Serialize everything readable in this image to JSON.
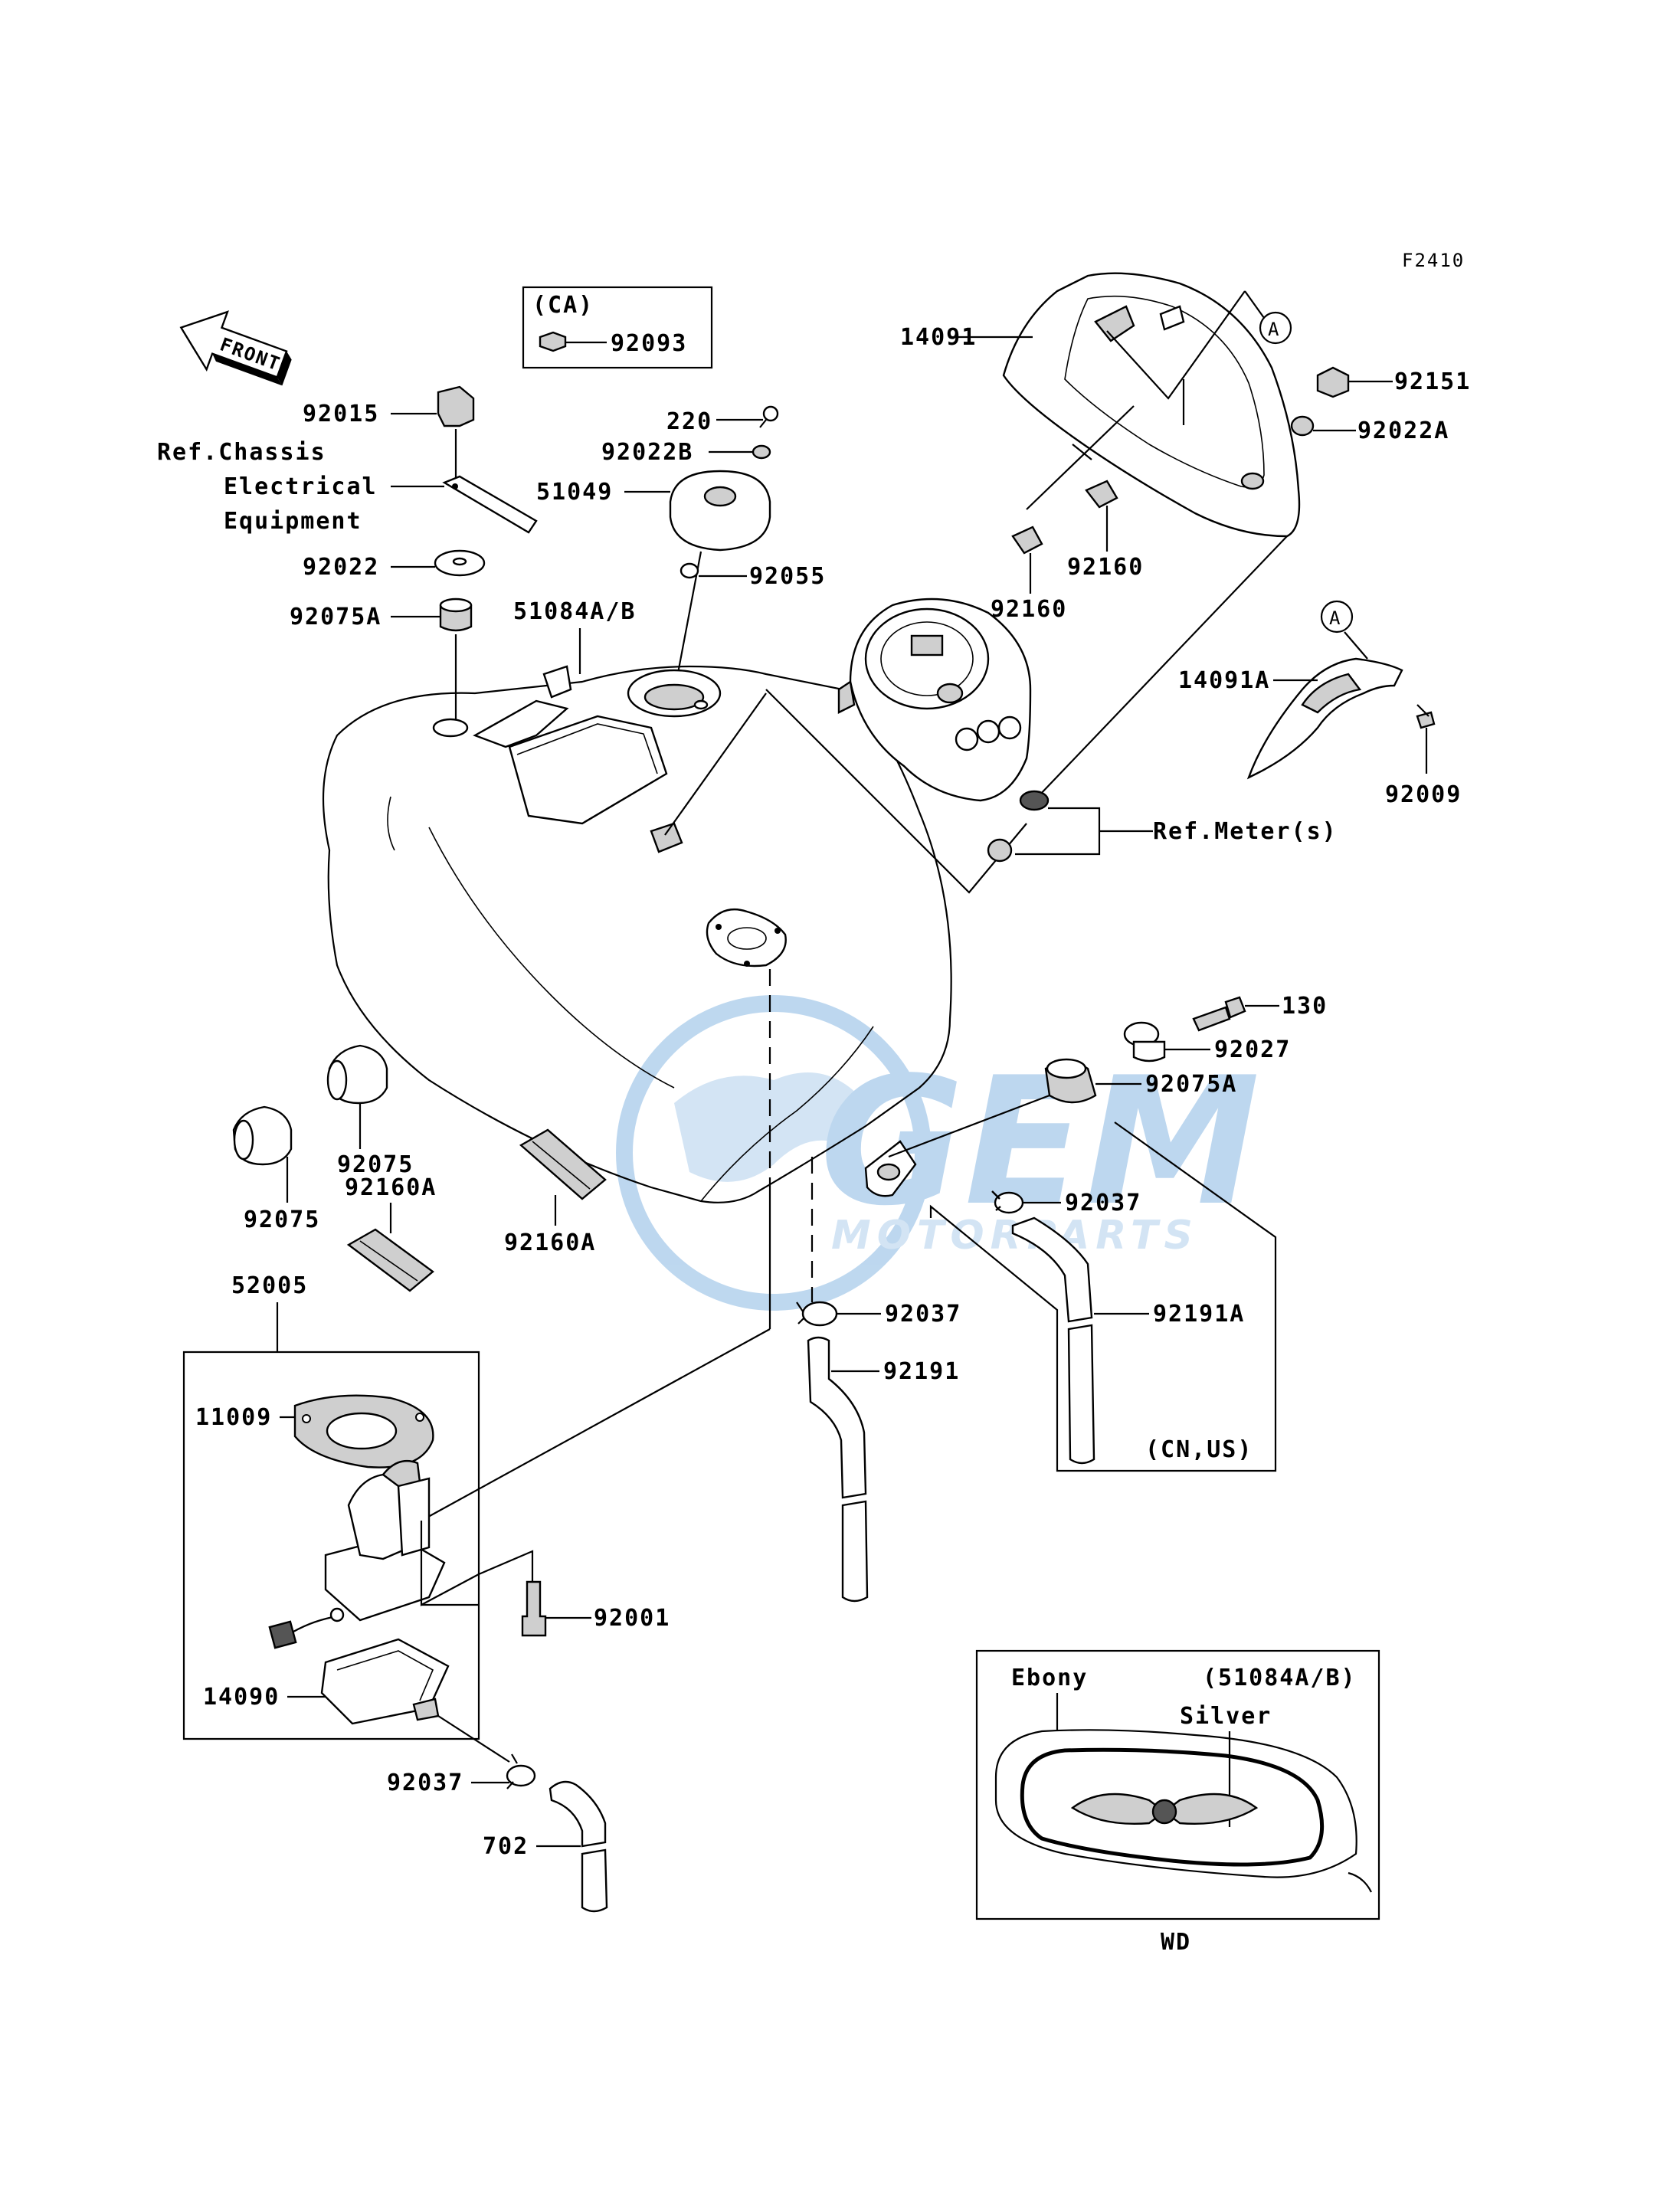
{
  "figure_code": "F2410",
  "front_arrow": "FRONT",
  "watermark": {
    "main": "GEM",
    "sub": "MOTORPARTS",
    "color": "#6fa8dc"
  },
  "ca_box": {
    "title": "(CA)",
    "part": "92093"
  },
  "callouts": {
    "circle_a_top": "A",
    "circle_a_bottom": "A"
  },
  "labels": {
    "p92015": "92015",
    "ref_chassis_1": "Ref.Chassis",
    "ref_chassis_2": "Electrical",
    "ref_chassis_3": "Equipment",
    "p92022": "92022",
    "p92075A_top": "92075A",
    "p51084": "51084A/B",
    "p220": "220",
    "p92022B": "92022B",
    "p51049": "51049",
    "p92055": "92055",
    "p14091": "14091",
    "p92151": "92151",
    "p92022A": "92022A",
    "p92160_r": "92160",
    "p92160_l": "92160",
    "p14091A": "14091A",
    "p92009": "92009",
    "ref_meter": "Ref.Meter(s)",
    "p130": "130",
    "p92027": "92027",
    "p92075A_r": "92075A",
    "p92075_l": "92075",
    "p92075_m": "92075",
    "p92160A_l": "92160A",
    "p92160A_m": "92160A",
    "p92037_r": "92037",
    "p92191A": "92191A",
    "cn_us": "(CN,US)",
    "p52005": "52005",
    "p11009": "11009",
    "p92037_m": "92037",
    "p92191": "92191",
    "p92001": "92001",
    "p14090": "14090",
    "p92037_b": "92037",
    "p702": "702",
    "ebony": "Ebony",
    "p51084_inset": "(51084A/B)",
    "silver": "Silver",
    "wd": "WD"
  }
}
